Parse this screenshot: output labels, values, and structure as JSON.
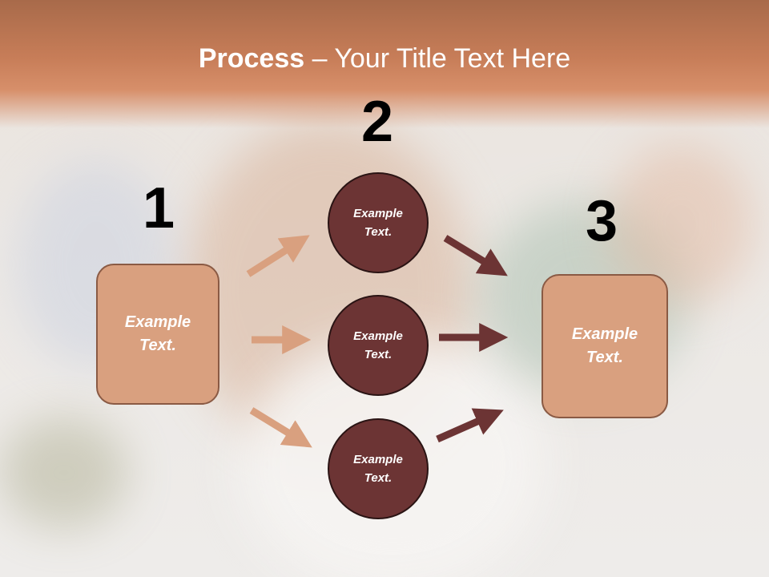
{
  "title": {
    "bold": "Process",
    "rest": " – Your Title Text Here"
  },
  "steps": [
    {
      "number": "1",
      "text": "Example Text."
    },
    {
      "number": "2",
      "items": [
        "Example Text.",
        "Example Text.",
        "Example Text."
      ]
    },
    {
      "number": "3",
      "text": "Example Text."
    }
  ],
  "colors": {
    "box_fill": "#d9a07f",
    "circle_fill": "#6c3434",
    "arrow_light": "#d9a07f",
    "arrow_dark": "#6c3434",
    "title_band": "#c77d58"
  }
}
